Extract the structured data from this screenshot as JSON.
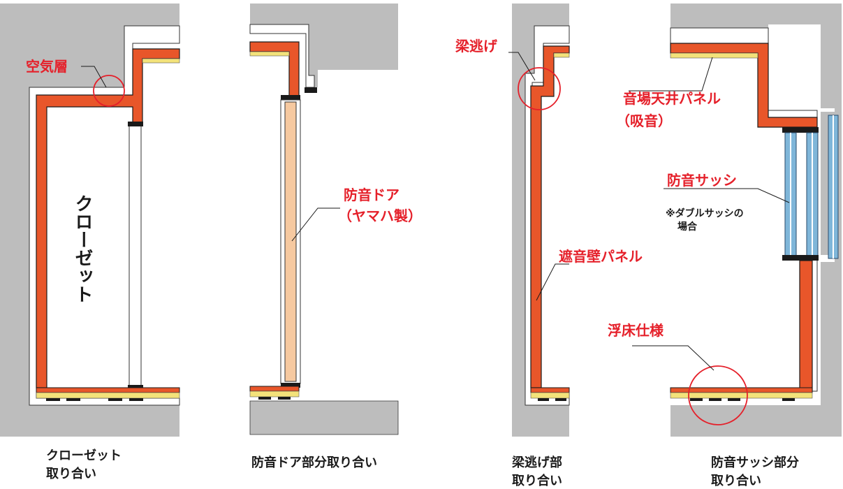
{
  "colors": {
    "concrete": "#bdbdbd",
    "panel": "#e8562a",
    "panel_stroke": "#1a1a1a",
    "insulation": "#f3e27a",
    "door": "#f6c9a0",
    "sash": "#7fb6d9",
    "callout": "#e5202a"
  },
  "labels": {
    "air_layer": "空気層",
    "closet": "クローゼット",
    "door_name": "防音ドア",
    "door_maker": "（ヤマハ製）",
    "beam": "梁逃げ",
    "wall_panel": "遮音壁パネル",
    "ceiling_1": "音場天井パネル",
    "ceiling_2": "（吸音）",
    "sash": "防音サッシ",
    "sash_note_1": "※ダブルサッシの",
    "sash_note_2": "場合",
    "floor": "浮床仕様"
  },
  "captions": {
    "closet_1": "クローゼット",
    "closet_2": "取り合い",
    "door": "防音ドア部分取り合い",
    "beam_1": "梁逃げ部",
    "beam_2": "取り合い",
    "sash_1": "防音サッシ部分",
    "sash_2": "取り合い"
  }
}
